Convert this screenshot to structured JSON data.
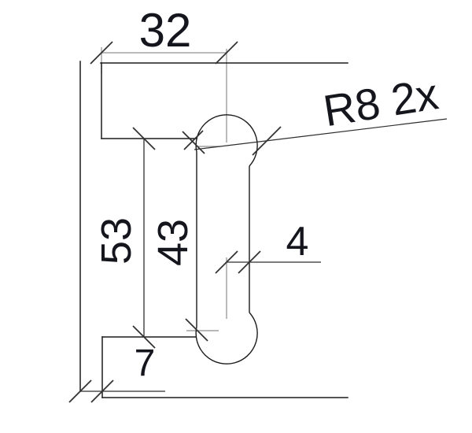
{
  "drawing": {
    "type": "technical-dimension-drawing",
    "background": "#ffffff",
    "ink_color": "#1b1b1b",
    "dim_line_color": "#8e8e8e",
    "text_color": "#15151d",
    "dimensions": {
      "width_top": "32",
      "height_outer": "53",
      "slot_center_distance": "43",
      "slot_half_width": "4",
      "edge_offset": "7",
      "radius_callout": "R8 2x"
    }
  }
}
